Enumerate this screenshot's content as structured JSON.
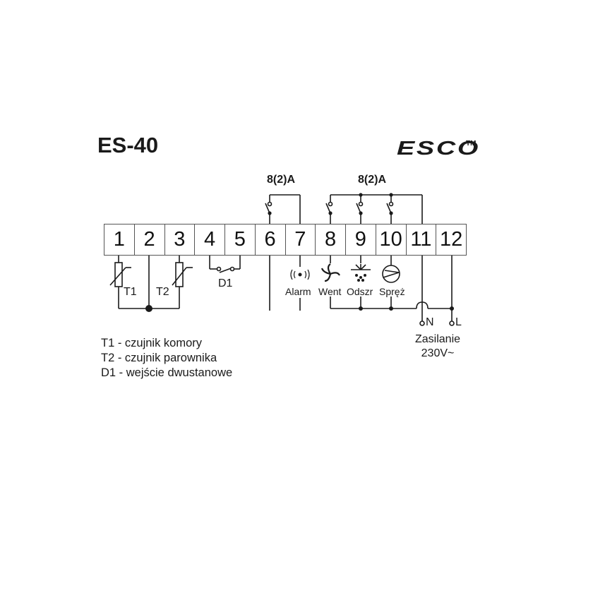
{
  "header": {
    "model": "ES-40",
    "brand": "ESCO",
    "trademark": "TM"
  },
  "relay_ratings": [
    {
      "label": "8(2)A",
      "group": "alarm-relay"
    },
    {
      "label": "8(2)A",
      "group": "output-relays"
    }
  ],
  "terminals": [
    "1",
    "2",
    "3",
    "4",
    "5",
    "6",
    "7",
    "8",
    "9",
    "10",
    "11",
    "12"
  ],
  "components": {
    "t1": "T1",
    "t2": "T2",
    "d1": "D1",
    "alarm": "Alarm",
    "fan": "Went",
    "defrost": "Odszr",
    "compressor": "Spręż",
    "neutral": "N",
    "line": "L"
  },
  "supply": {
    "label": "Zasilanie",
    "voltage": "230V~"
  },
  "legend": [
    {
      "text": "T1 - czujnik komory"
    },
    {
      "text": "T2 - czujnik parownika"
    },
    {
      "text": "D1 - wejście dwustanowe"
    }
  ]
}
